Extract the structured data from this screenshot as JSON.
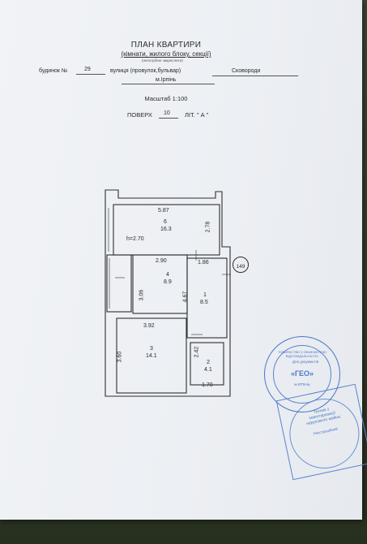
{
  "header": {
    "title": "ПЛАН КВАРТИРИ",
    "subtitle": "(кімнати, жилого блоку, секції)",
    "subtitle_note": "(непотрібне закреслити)",
    "building_label": "будинок №",
    "building_number": "29",
    "street_label": "вулиця (провулок,бульвар)",
    "street_name": "Сковороди",
    "city": "м.Ірпінь",
    "scale": "Масштаб 1:100",
    "floor_label": "ПОВЕРХ",
    "floor_number": "10",
    "letter_label": "ЛІТ. \" А \""
  },
  "plan": {
    "height_label": "h=2.70",
    "marker": "149",
    "rooms": [
      {
        "number": "6",
        "area": "16.3"
      },
      {
        "number": "4",
        "area": "8.9"
      },
      {
        "number": "1",
        "area": "8.5"
      },
      {
        "number": "3",
        "area": "14.1"
      },
      {
        "number": "2",
        "area": "4.1"
      }
    ],
    "dimensions": {
      "d_587": "5.87",
      "d_278": "2.78",
      "d_290": "2.90",
      "d_186": "1.86",
      "d_306": "3.06",
      "d_467": "4.67",
      "d_392": "3.92",
      "d_360": "3.60",
      "d_242": "2.42",
      "d_170": "1.70"
    }
  },
  "stamps": {
    "round_outer": "ТОВАРИСТВО З ОБМЕЖЕНОЮ ВІДПОВІДАЛЬНІСТЮ",
    "round_center": "«ГЕО»",
    "round_side": "Для документів",
    "round_bottom": "м.ІРПІНЬ",
    "square_text_1": "Техник з інвентаризації",
    "square_text_2": "нерухомого майна",
    "square_text_3": "Реєстраційний"
  },
  "colors": {
    "paper": "#eef1f5",
    "ink": "#2b2b2e",
    "stamp_blue": "#4a78c8"
  }
}
